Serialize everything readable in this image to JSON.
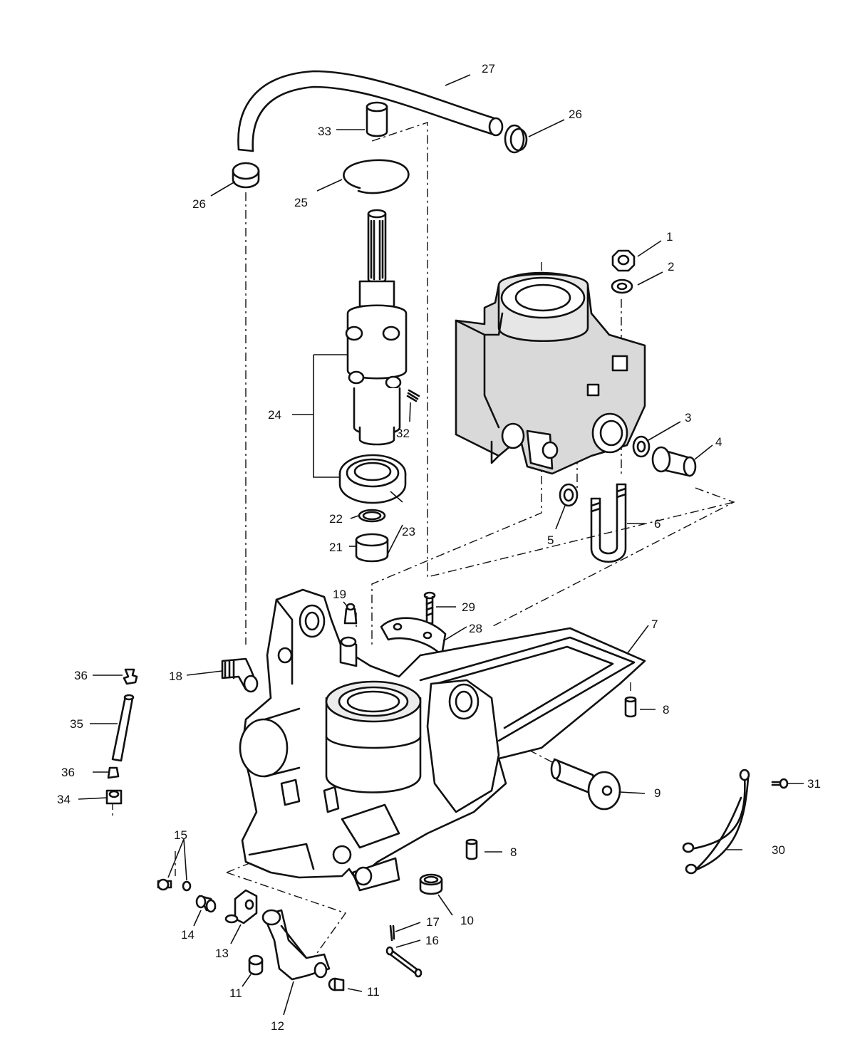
{
  "callouts": [
    {
      "id": "c1",
      "text": "1"
    },
    {
      "id": "c2",
      "text": "2"
    },
    {
      "id": "c3",
      "text": "3"
    },
    {
      "id": "c4",
      "text": "4"
    },
    {
      "id": "c5",
      "text": "5"
    },
    {
      "id": "c6",
      "text": "6"
    },
    {
      "id": "c7",
      "text": "7"
    },
    {
      "id": "c8a",
      "text": "8"
    },
    {
      "id": "c8b",
      "text": "8"
    },
    {
      "id": "c9",
      "text": "9"
    },
    {
      "id": "c10",
      "text": "10"
    },
    {
      "id": "c11a",
      "text": "11"
    },
    {
      "id": "c11b",
      "text": "11"
    },
    {
      "id": "c12",
      "text": "12"
    },
    {
      "id": "c13",
      "text": "13"
    },
    {
      "id": "c14",
      "text": "14"
    },
    {
      "id": "c15",
      "text": "15"
    },
    {
      "id": "c16",
      "text": "16"
    },
    {
      "id": "c17",
      "text": "17"
    },
    {
      "id": "c18",
      "text": "18"
    },
    {
      "id": "c19",
      "text": "19"
    },
    {
      "id": "c21",
      "text": "21"
    },
    {
      "id": "c22",
      "text": "22"
    },
    {
      "id": "c23",
      "text": "23"
    },
    {
      "id": "c24",
      "text": "24"
    },
    {
      "id": "c25",
      "text": "25"
    },
    {
      "id": "c26a",
      "text": "26"
    },
    {
      "id": "c26b",
      "text": "26"
    },
    {
      "id": "c27",
      "text": "27"
    },
    {
      "id": "c28",
      "text": "28"
    },
    {
      "id": "c29",
      "text": "29"
    },
    {
      "id": "c30",
      "text": "30"
    },
    {
      "id": "c31",
      "text": "31"
    },
    {
      "id": "c32",
      "text": "32"
    },
    {
      "id": "c33",
      "text": "33"
    },
    {
      "id": "c34",
      "text": "34"
    },
    {
      "id": "c35",
      "text": "35"
    },
    {
      "id": "c36a",
      "text": "36"
    },
    {
      "id": "c36b",
      "text": "36"
    }
  ]
}
